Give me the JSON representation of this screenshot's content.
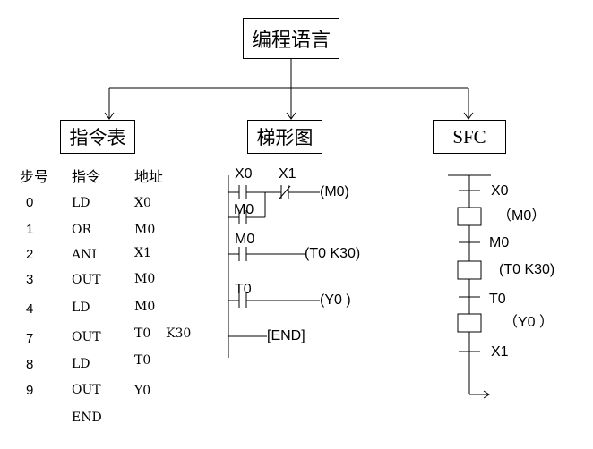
{
  "root": {
    "label": "编程语言"
  },
  "categories": {
    "instruction_list": "指令表",
    "ladder": "梯形图",
    "sfc": "SFC"
  },
  "instruction_table": {
    "headers": {
      "step": "步号",
      "instr": "指令",
      "addr": "地址"
    },
    "rows": [
      {
        "step": "0",
        "instr": "LD",
        "addr": "X0"
      },
      {
        "step": "1",
        "instr": "OR",
        "addr": "M0"
      },
      {
        "step": "2",
        "instr": "ANI",
        "addr": "X1"
      },
      {
        "step": "3",
        "instr": "OUT",
        "addr": "M0"
      },
      {
        "step": "4",
        "instr": "LD",
        "addr": "M0"
      },
      {
        "step": "7",
        "instr": "OUT",
        "addr": "T0",
        "extra": "K30"
      },
      {
        "step": "8",
        "instr": "LD",
        "addr": "T0"
      },
      {
        "step": "9",
        "instr": "OUT",
        "addr": "Y0"
      },
      {
        "step": "",
        "instr": "END",
        "addr": ""
      }
    ]
  },
  "ladder": {
    "x0": "X0",
    "x1": "X1",
    "m0_contact": "M0",
    "coil_m0": "(M0)",
    "m0_contact2": "M0",
    "coil_t0": "(T0  K30)",
    "t0_contact": "T0",
    "coil_y0": "(Y0 )",
    "end": "[END]"
  },
  "sfc": {
    "cond_x0": "X0",
    "action_m0": "（M0）",
    "cond_m0": "M0",
    "action_t0": "(T0  K30)",
    "cond_t0": "T0",
    "action_y0": "（Y0 ）",
    "cond_x1": "X1"
  }
}
